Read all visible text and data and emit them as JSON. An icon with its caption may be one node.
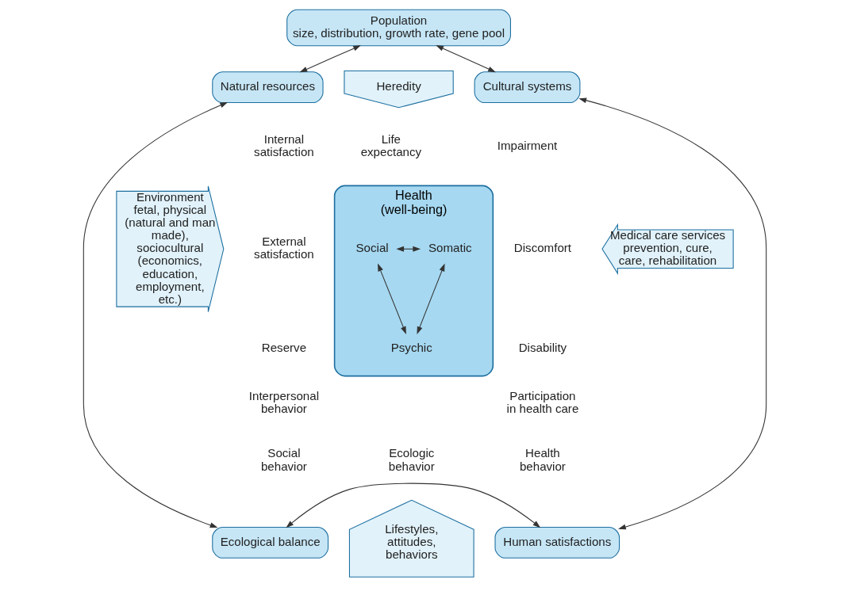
{
  "diagram": {
    "nodes": [
      {
        "text": [
          "Population",
          "size, distribution, growth rate, gene pool"
        ]
      },
      {
        "text": [
          "Cultural systems"
        ]
      },
      {
        "text": [
          "Human satisfactions"
        ]
      },
      {
        "text": [
          "Ecological balance"
        ]
      },
      {
        "text": [
          "Natural resources"
        ]
      },
      {
        "text": [
          "Heredity"
        ]
      },
      {
        "text": [
          "Environment",
          "fetal, physical (natural and man made), sociocultural (economics, education, employment, etc.)"
        ]
      },
      {
        "text": [
          "Medical care services",
          "prevention, cure, care, rehabilitation"
        ]
      },
      {
        "text": [
          "Lifestyles, attitudes, behaviors"
        ]
      },
      {
        "text": [
          "Health (well-being)"
        ]
      },
      {
        "text": [
          "Social"
        ],
        "in": 9
      },
      {
        "text": [
          "Somatic"
        ],
        "in": 9
      },
      {
        "text": [
          "Psychic"
        ],
        "in": 9
      }
    ],
    "edges": [
      {
        "from": 4,
        "to": 0,
        "arrow": "both"
      },
      {
        "from": 0,
        "to": 1,
        "arrow": "both"
      },
      {
        "from": 1,
        "to": 2,
        "arrow": "both"
      },
      {
        "from": 2,
        "to": 3,
        "arrow": "both"
      },
      {
        "from": 3,
        "to": 4,
        "arrow": "both"
      },
      {
        "from": 10,
        "to": 11,
        "arrow": "both"
      },
      {
        "from": 11,
        "to": 12,
        "arrow": "both"
      },
      {
        "from": 12,
        "to": 10,
        "arrow": "both"
      }
    ],
    "labels": [
      "Life expectancy",
      "Impairment",
      "Discomfort",
      "Disability",
      "Participation in health care",
      "Health behavior",
      "Ecologic behavior",
      "Social behavior",
      "Interpersonal behavior",
      "Reserve",
      "External satisfaction",
      "Internal satisfaction"
    ]
  }
}
